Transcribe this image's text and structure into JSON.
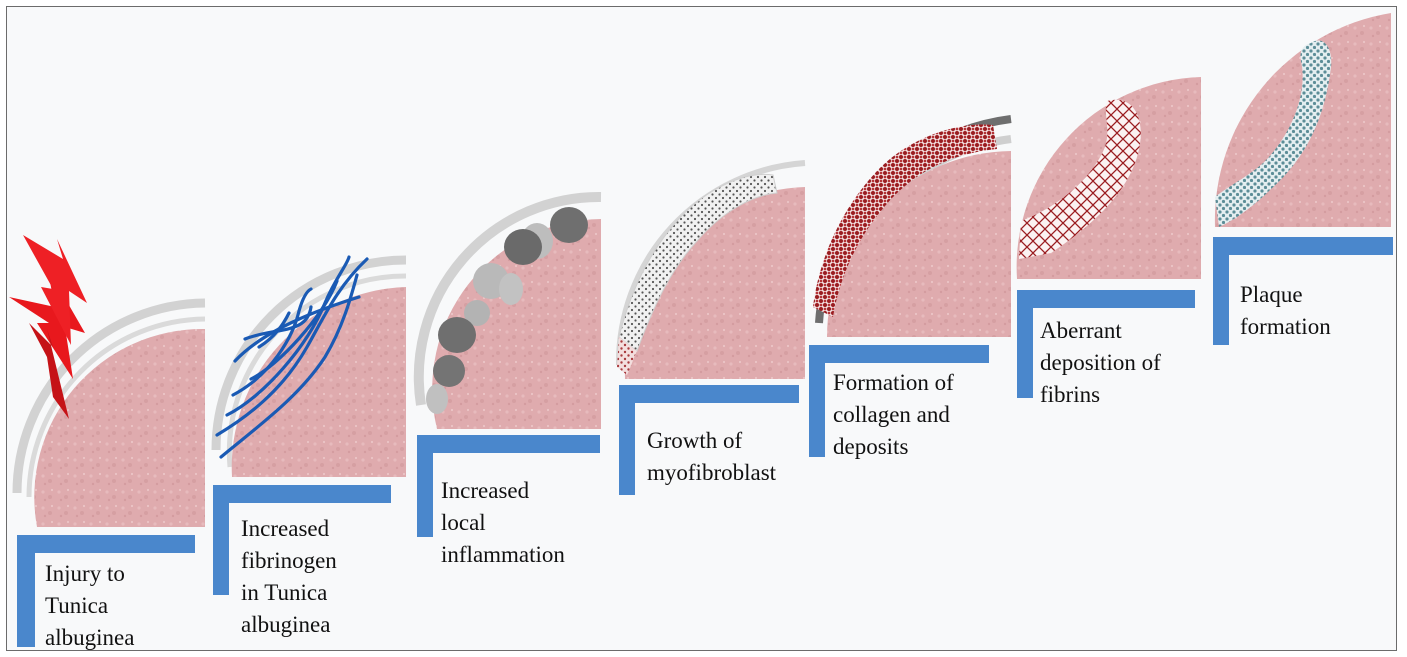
{
  "colors": {
    "tissue": "#dfabae",
    "tissue_light": "#ebc3c4",
    "tunica": "#d2d2d2",
    "bracket": "#4a87cc",
    "bolt": "#e8181d",
    "fibrinogen": "#1a5ab4",
    "inflammation_dark": "#6f6f6f",
    "inflammation_light": "#b7b7b7",
    "collagen": "#9a1c20",
    "plaque": "#5c8d97"
  },
  "steps": [
    {
      "label": "Injury to\nTunica\nalbuginea",
      "decoration": "lightning-icon"
    },
    {
      "label": "Increased\nfibrinogen\nin Tunica\nalbuginea",
      "decoration": "fibrinogen-strands"
    },
    {
      "label": "Increased\nlocal\ninflammation",
      "decoration": "inflammatory-cells"
    },
    {
      "label": "Growth of\nmyofibroblast",
      "decoration": "myofibroblast-layer"
    },
    {
      "label": "Formation of\ncollagen and\ndeposits",
      "decoration": "collagen-deposits"
    },
    {
      "label": "Aberrant\ndeposition of\nfibrins",
      "decoration": "fibrin-mesh"
    },
    {
      "label": "Plaque\nformation",
      "decoration": "plaque-layer"
    }
  ]
}
